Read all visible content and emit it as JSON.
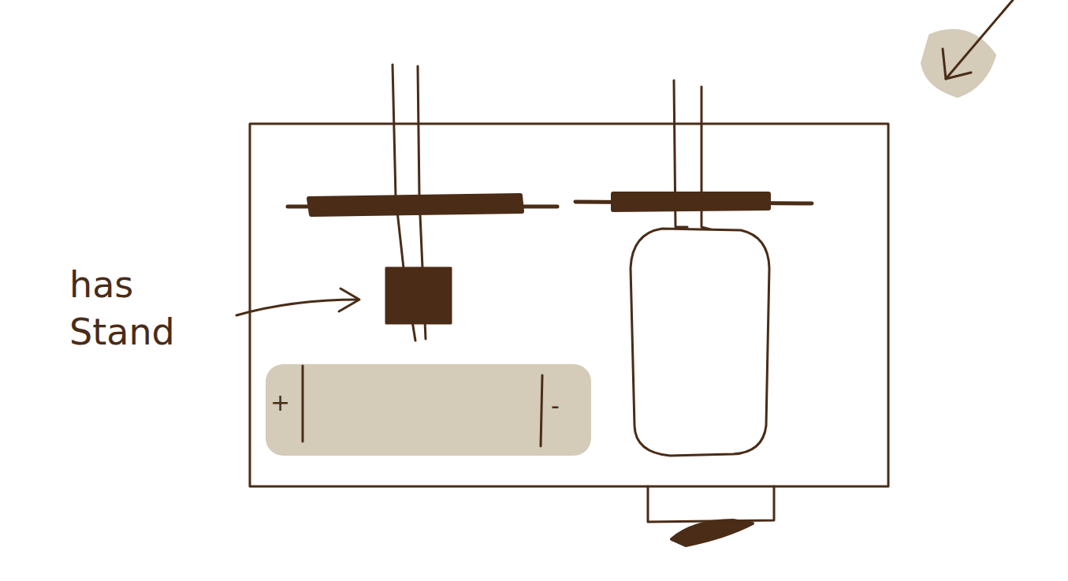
{
  "diagram": {
    "nodes": [
      {
        "text": [
          "+",
          "-"
        ]
      }
    ],
    "labels": [
      "has Stand"
    ]
  }
}
